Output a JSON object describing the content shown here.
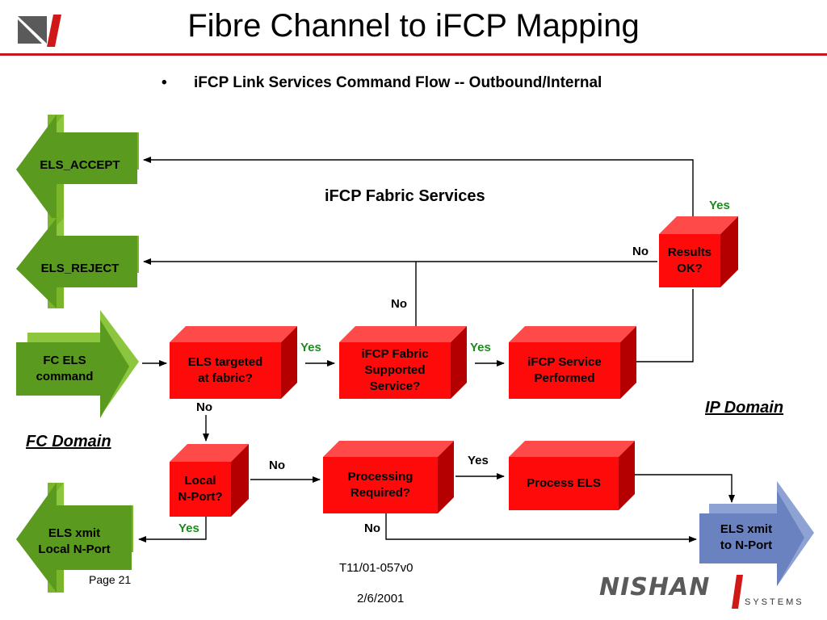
{
  "slide": {
    "title": "Fibre Channel to iFCP Mapping",
    "subtitle": "iFCP Link Services Command Flow -- Outbound/Internal",
    "bullet": "•"
  },
  "diagram": {
    "section_label": "iFCP Fabric Services",
    "fc_domain": "FC Domain",
    "ip_domain": "IP Domain",
    "arrows": {
      "els_accept": "ELS_ACCEPT",
      "els_reject": "ELS_REJECT",
      "fc_els_command": [
        "FC ELS",
        "command"
      ],
      "els_xmit_local": [
        "ELS xmit",
        "Local N-Port"
      ],
      "els_xmit_nport": [
        "ELS xmit",
        "to N-Port"
      ]
    },
    "boxes": {
      "els_targeted": [
        "ELS targeted",
        "at fabric?"
      ],
      "ifcp_supported": [
        "iFCP Fabric",
        "Supported",
        "Service?"
      ],
      "ifcp_performed": [
        "iFCP Service",
        "Performed"
      ],
      "results_ok": [
        "Results",
        "OK?"
      ],
      "local_nport": [
        "Local",
        "N-Port?"
      ],
      "processing_required": [
        "Processing",
        "Required?"
      ],
      "process_els": [
        "Process ELS"
      ]
    },
    "edge_labels": {
      "yes_results": "Yes",
      "no_results": "No",
      "no_supported": "No",
      "yes_targeted": "Yes",
      "yes_supported": "Yes",
      "no_targeted": "No",
      "no_local": "No",
      "yes_local": "Yes",
      "yes_processing": "Yes",
      "no_processing": "No"
    },
    "colors": {
      "box_red": "#ff0a0a",
      "green_arrow": "#5a9a1e",
      "blue_arrow": "#6a82c0"
    }
  },
  "footer": {
    "page": "Page 21",
    "doc_id": "T11/01-057v0",
    "date": "2/6/2001",
    "logo_text": "NISHAN",
    "logo_sub": "SYSTEMS"
  }
}
